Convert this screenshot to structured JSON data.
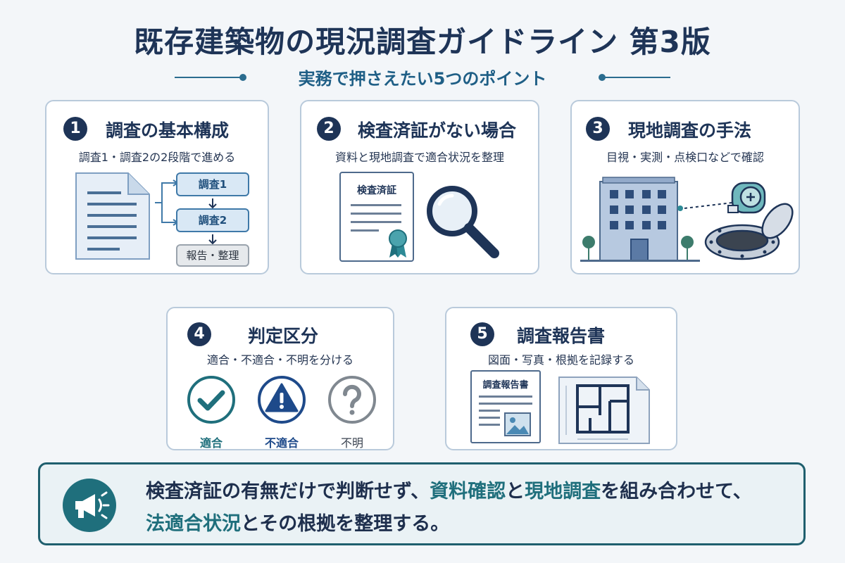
{
  "title": "既存建築物の現況調査ガイドライン 第3版",
  "subtitle": "実務で押さえたい5つのポイント",
  "cards": [
    {
      "num": "1",
      "title": "調査の基本構成",
      "desc": "調査1・調査2の2段階で進める",
      "flow": [
        "調査1",
        "調査2",
        "報告・整理"
      ]
    },
    {
      "num": "2",
      "title": "検査済証がない場合",
      "desc": "資料と現地調査で適合状況を整理",
      "doc_label": "検査済証"
    },
    {
      "num": "3",
      "title": "現地調査の手法",
      "desc": "目視・実測・点検口などで確認"
    },
    {
      "num": "4",
      "title": "判定区分",
      "desc": "適合・不適合・不明を分ける",
      "judgements": [
        {
          "label": "適合",
          "icon": "check-icon",
          "color": "#1f6f7c"
        },
        {
          "label": "不適合",
          "icon": "warning-icon",
          "color": "#1e4a8a"
        },
        {
          "label": "不明",
          "icon": "question-icon",
          "color": "#808890"
        }
      ]
    },
    {
      "num": "5",
      "title": "調査報告書",
      "desc": "図面・写真・根拠を記録する",
      "doc_label": "調査報告書"
    }
  ],
  "banner": {
    "line1_a": "検査済証の有無だけで判断せず、",
    "line1_b": "資料確認",
    "line1_c": "と",
    "line1_d": "現地調査",
    "line1_e": "を組み合わせて、",
    "line2_a": "法適合状況",
    "line2_b": "とその根拠を整理する。"
  },
  "colors": {
    "navy": "#1e3457",
    "teal": "#1f6f7c",
    "accent_blue": "#1f5f86"
  }
}
